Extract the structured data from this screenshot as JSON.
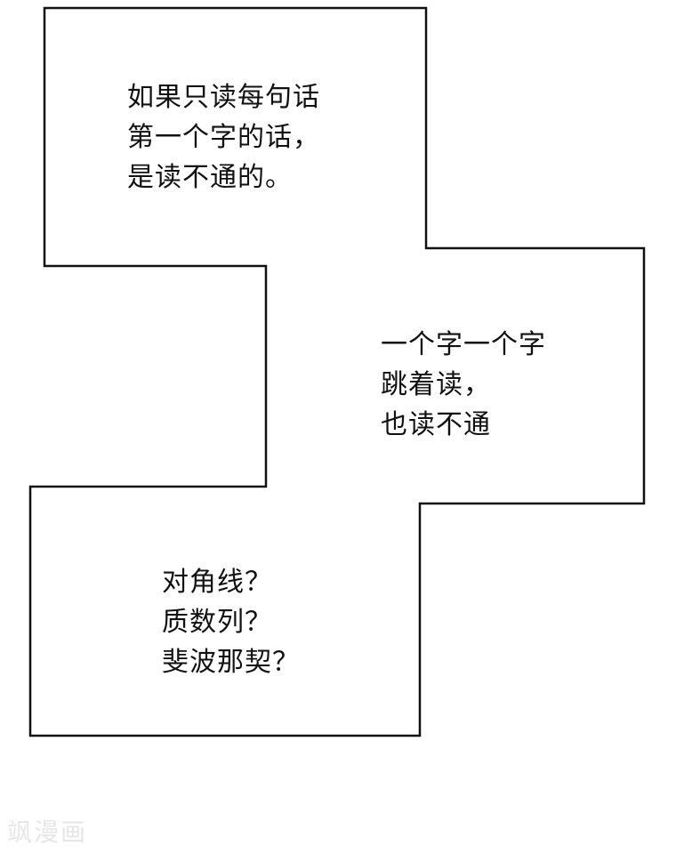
{
  "captions": {
    "first": {
      "line1": "如果只读每句话",
      "line2": "第一个字的话，",
      "line3": "是读不通的。"
    },
    "second": {
      "line1": "一个字一个字",
      "line2": "跳着读，",
      "line3": "也读不通"
    },
    "third": {
      "line1": "对角线？",
      "line2": "质数列？",
      "line3": "斐波那契？"
    }
  },
  "watermark": {
    "text": "飒漫画"
  },
  "colors": {
    "border": "#111111",
    "background": "#ffffff",
    "text": "#111111",
    "watermark": "#e6e6e6"
  }
}
